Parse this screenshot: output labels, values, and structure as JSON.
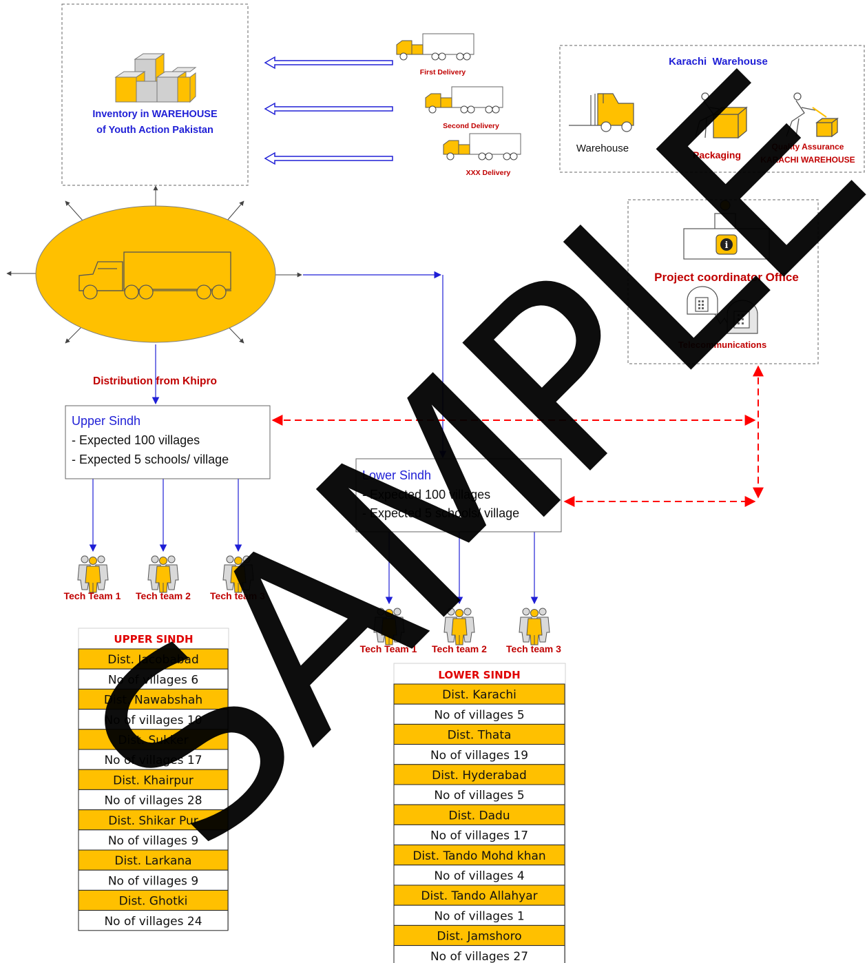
{
  "colors": {
    "accent_yellow": "#ffc000",
    "blue": "#1f1fd6",
    "red": "#c00000",
    "dashed_red": "#ff0000",
    "grey": "#444444"
  },
  "inventory": {
    "line1": "Inventory in WAREHOUSE",
    "line2": "of Youth Action Pakistan"
  },
  "deliveries": [
    "First Delivery",
    "Second Delivery",
    "XXX Delivery"
  ],
  "karachi": {
    "title": "Karachi  Warehouse",
    "warehouse_label": "Warehouse",
    "packaging_label": "Packaging",
    "qa_line1": "Quality Assurance",
    "qa_line2": "KARACHI WAREHOUSE"
  },
  "pco": {
    "title": "Project coordinator Office",
    "telecom": "Telecommunications"
  },
  "distribution_label": "Distribution from Khipro",
  "upper": {
    "title": "Upper Sindh",
    "line1": "- Expected 100 villages",
    "line2": "- Expected 5 schools/ village",
    "teams": [
      "Tech Team 1",
      "Tech team 2",
      "Tech team 3"
    ]
  },
  "lower": {
    "title": "Lower Sindh",
    "line1": "- Expected 100 villages",
    "line2": "- Expected 5 schools/ village",
    "teams": [
      "Tech Team 1",
      "Tech team 2",
      "Tech team 3"
    ]
  },
  "upper_table": {
    "header": "UPPER SINDH",
    "rows": [
      "Dist. Jacobabad",
      "No of villages 6",
      "Dist. Nawabshah",
      "No of villages 10",
      "Dist. Sukker",
      "No of villages 17",
      "Dist. Khairpur",
      "No of villages 28",
      "Dist. Shikar Pur",
      "No of villages 9",
      "Dist. Larkana",
      "No of villages 9",
      "Dist. Ghotki",
      "No of villages 24"
    ]
  },
  "lower_table": {
    "header": "LOWER SINDH",
    "rows": [
      "Dist. Karachi",
      "No of villages 5",
      "Dist. Thata",
      "No of villages 19",
      "Dist. Hyderabad",
      "No of villages 5",
      "Dist. Dadu",
      "No of villages 17",
      "Dist. Tando Mohd khan",
      "No of villages 4",
      "Dist. Tando Allahyar",
      "No of villages 1",
      "Dist. Jamshoro",
      "No of villages 27"
    ]
  },
  "watermark": "SAMPLE"
}
